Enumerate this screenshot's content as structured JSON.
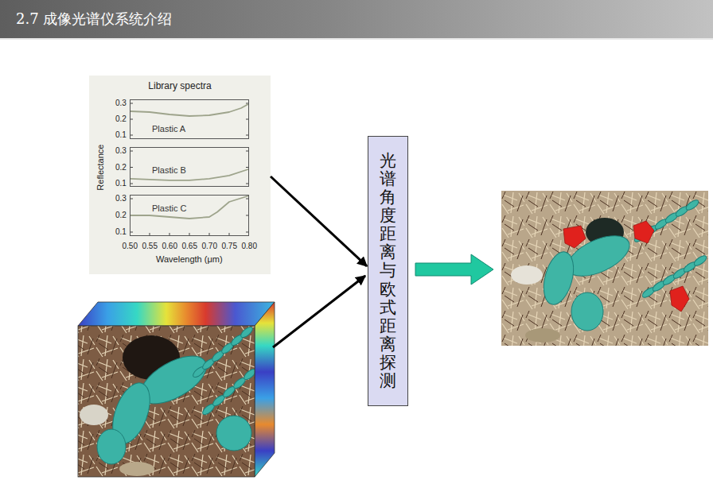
{
  "diagram": {
    "title": "2.7 成像光谱仪系统介绍",
    "nodes": [
      {
        "text": [
          "Library spectra"
        ]
      },
      {
        "text": [
          "Plastic A"
        ],
        "in": 0
      },
      {
        "text": [
          "Plastic B"
        ],
        "in": 0
      },
      {
        "text": [
          "Plastic C"
        ],
        "in": 0
      },
      {
        "text": [
          "光谱角度距离与欧式距离探测"
        ]
      }
    ],
    "edges": [
      {
        "from": 0,
        "to": 4,
        "arrow": "to"
      }
    ],
    "labels": [
      "Reflectance",
      "0.3",
      "0.2",
      "0.1",
      "0.3",
      "0.2",
      "0.1",
      "0.3",
      "0.2",
      "0.1",
      "0.50",
      "0.55",
      "0.60",
      "0.65",
      "0.70",
      "0.75",
      "0.80",
      "Wavelength (μm)"
    ]
  }
}
